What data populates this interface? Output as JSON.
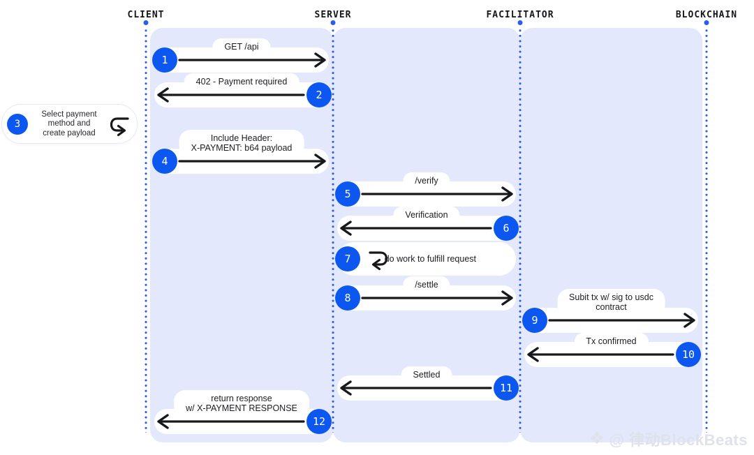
{
  "diagram": {
    "actors": [
      {
        "id": "client",
        "label": "CLIENT"
      },
      {
        "id": "server",
        "label": "SERVER"
      },
      {
        "id": "facilitator",
        "label": "FACILITATOR"
      },
      {
        "id": "blockchain",
        "label": "BLOCKCHAIN"
      }
    ],
    "steps": [
      {
        "num": "1",
        "kind": "message",
        "dir": "right",
        "from": "client",
        "to": "server",
        "lines": [
          "GET /api"
        ]
      },
      {
        "num": "2",
        "kind": "message",
        "dir": "left",
        "from": "server",
        "to": "client",
        "lines": [
          "402 - Payment required"
        ]
      },
      {
        "num": "3",
        "kind": "self-note",
        "dir": "right",
        "actor": "client",
        "lines": [
          "Select payment",
          "method and",
          "create payload"
        ]
      },
      {
        "num": "4",
        "kind": "message",
        "dir": "right",
        "from": "client",
        "to": "server",
        "lines": [
          "Include Header:",
          "X-PAYMENT: b64 payload"
        ]
      },
      {
        "num": "5",
        "kind": "message",
        "dir": "right",
        "from": "server",
        "to": "facilitator",
        "lines": [
          "/verify"
        ]
      },
      {
        "num": "6",
        "kind": "message",
        "dir": "left",
        "from": "facilitator",
        "to": "server",
        "lines": [
          "Verification"
        ]
      },
      {
        "num": "7",
        "kind": "self",
        "dir": "left",
        "actor": "server",
        "lines": [
          "do work to fulfill request"
        ]
      },
      {
        "num": "8",
        "kind": "message",
        "dir": "right",
        "from": "server",
        "to": "facilitator",
        "lines": [
          "/settle"
        ]
      },
      {
        "num": "9",
        "kind": "message",
        "dir": "right",
        "from": "facilitator",
        "to": "blockchain",
        "lines": [
          "Subit tx w/ sig to usdc",
          "contract"
        ]
      },
      {
        "num": "10",
        "kind": "message",
        "dir": "left",
        "from": "blockchain",
        "to": "facilitator",
        "lines": [
          "Tx confirmed"
        ]
      },
      {
        "num": "11",
        "kind": "message",
        "dir": "left",
        "from": "facilitator",
        "to": "server",
        "lines": [
          "Settled"
        ]
      },
      {
        "num": "12",
        "kind": "message",
        "dir": "left",
        "from": "server",
        "to": "client",
        "lines": [
          "return response",
          "w/ X-PAYMENT RESPONSE"
        ]
      }
    ],
    "watermark": {
      "icon": "blockbeats-logo-icon",
      "icon_glyph": "❖",
      "text": "@ 律动BlockBeats"
    },
    "colors": {
      "accent": "#0b57ef",
      "lane": "#e3e8fc",
      "lifeline": "#2b5cf0",
      "arrow": "#17181a",
      "bubble": "#ffffff"
    }
  }
}
